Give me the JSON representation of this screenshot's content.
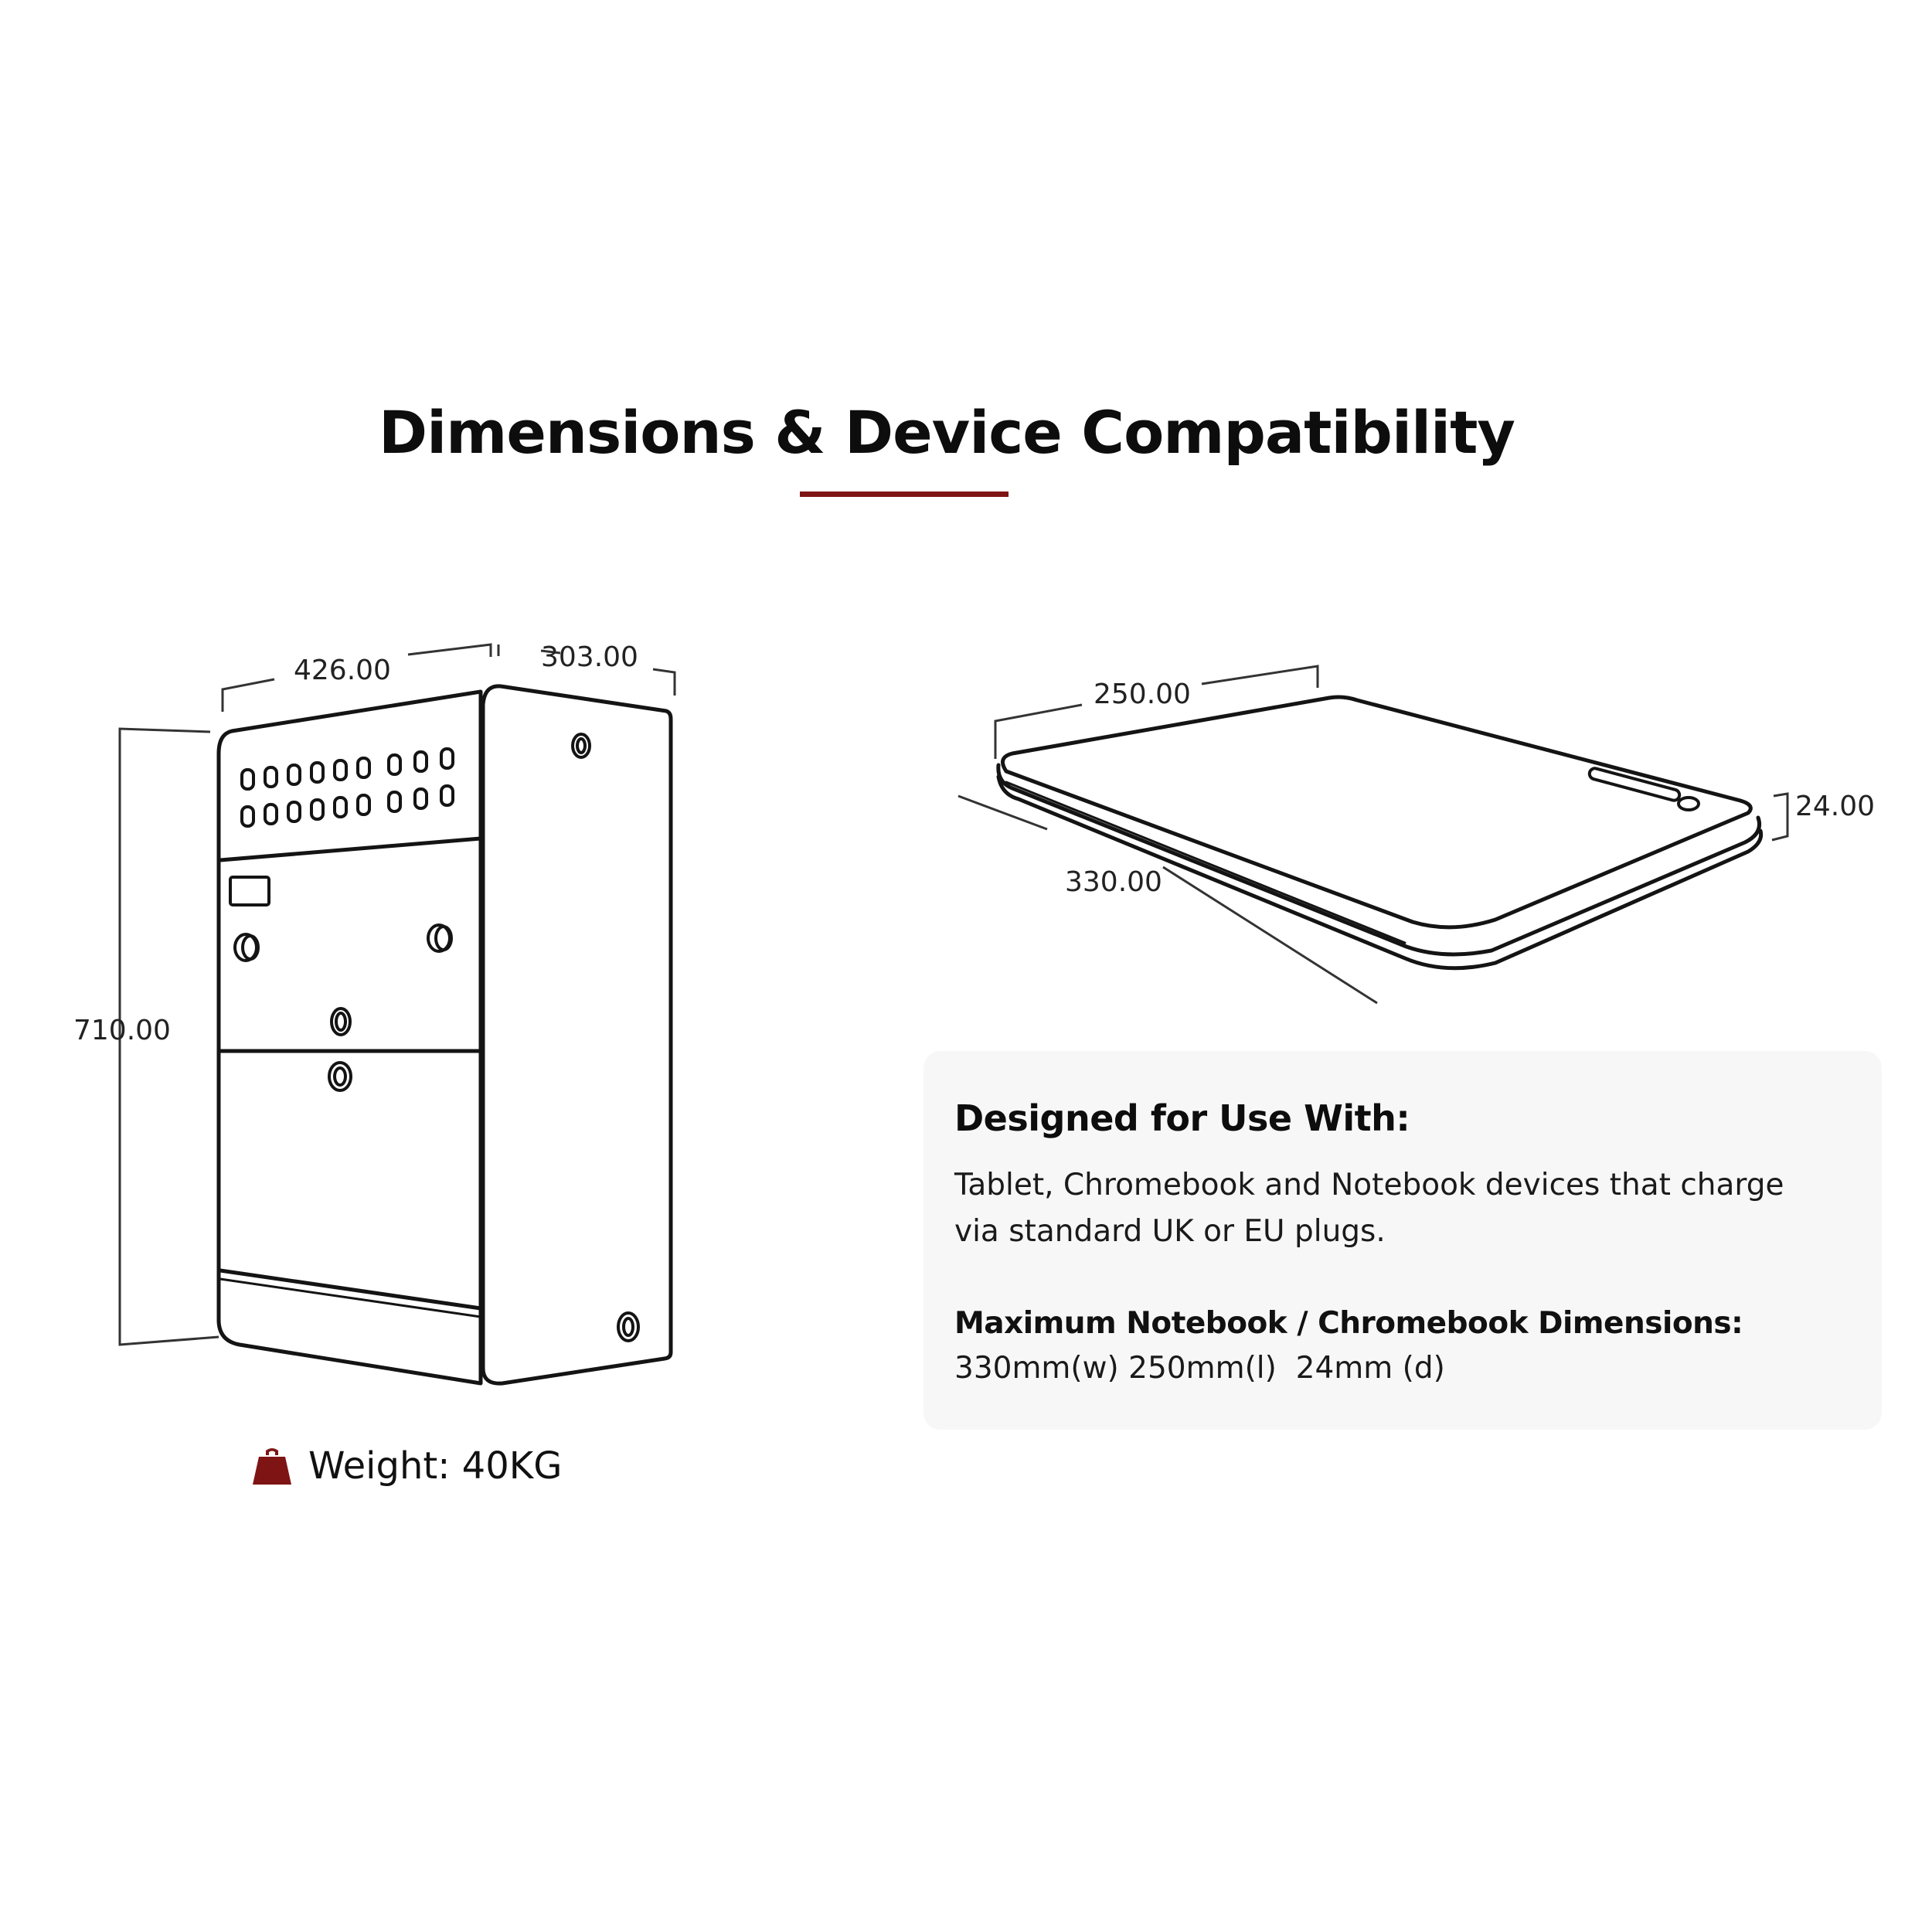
{
  "header": {
    "title": "Dimensions & Device Compatibility",
    "accent_color": "#7e1414"
  },
  "cabinet": {
    "width_label": "426.00",
    "depth_label": "303.00",
    "height_label": "710.00",
    "weight_icon": "weight-icon",
    "weight_text": "Weight: 40KG"
  },
  "device": {
    "length_label": "250.00",
    "width_label": "330.00",
    "depth_label": "24.00"
  },
  "info_card": {
    "heading": "Designed for Use With:",
    "body_line1": "Tablet, Chromebook and Notebook devices that charge",
    "body_line2": "via standard UK or EU plugs.",
    "subheading": "Maximum Notebook / Chromebook Dimensions:",
    "dims": "330mm(w) 250mm(l)  24mm (d)"
  }
}
